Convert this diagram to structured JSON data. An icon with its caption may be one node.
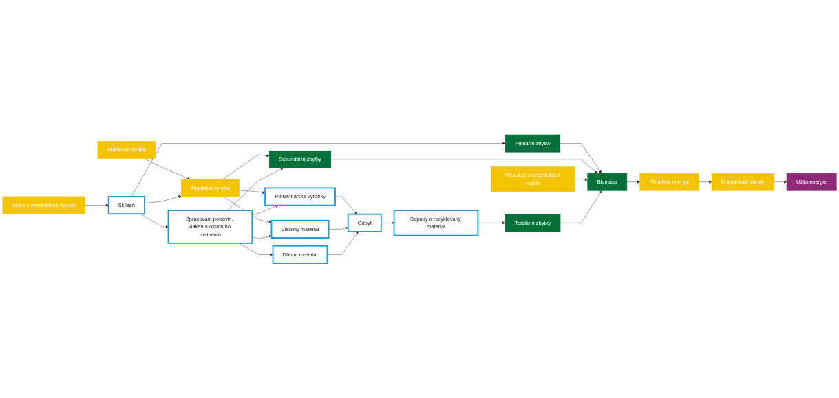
{
  "diagram": {
    "nodes": [
      {
        "text": [
          "Rostlinná výroba"
        ]
      },
      {
        "text": [
          "Živočišná výroba"
        ]
      },
      {
        "text": [
          "Potravinářské výrobky"
        ]
      },
      {
        "text": [
          "Lesní a zemědělská výroba"
        ]
      },
      {
        "text": [
          "Sklizeň"
        ]
      },
      {
        "text": [
          "Zpracování potravin, vláken a ostatního materiálu"
        ]
      },
      {
        "text": [
          "Vláknitý materiál"
        ]
      },
      {
        "text": [
          "Odbyt"
        ]
      },
      {
        "text": [
          "Odpady a recyklovaný materiál"
        ]
      },
      {
        "text": [
          "Dřevní materiál"
        ]
      },
      {
        "text": [
          "Primární zbytky"
        ]
      },
      {
        "text": [
          "Sekundární zbytky"
        ]
      },
      {
        "text": [
          "Terciární zbytky"
        ]
      },
      {
        "text": [
          "Produkce energetických rostlin"
        ]
      },
      {
        "text": [
          "Biomasa"
        ]
      },
      {
        "text": [
          "Přeměna energie"
        ]
      },
      {
        "text": [
          "Energetické zdroje"
        ]
      },
      {
        "text": [
          "Užitá energie"
        ]
      }
    ],
    "edges": [
      {
        "from": 0,
        "to": 1,
        "arrow": "to"
      },
      {
        "from": 1,
        "to": 2,
        "arrow": "to"
      },
      {
        "from": 4,
        "to": 1,
        "arrow": "to"
      },
      {
        "from": 5,
        "to": 2,
        "arrow": "to"
      },
      {
        "from": 1,
        "to": 6,
        "arrow": "to"
      },
      {
        "from": 1,
        "to": 11,
        "arrow": "to"
      },
      {
        "from": 3,
        "to": 4,
        "arrow": "to"
      },
      {
        "from": 4,
        "to": 5,
        "arrow": "to"
      },
      {
        "from": 4,
        "to": 10,
        "arrow": "to"
      },
      {
        "from": 5,
        "to": 6,
        "arrow": "to"
      },
      {
        "from": 5,
        "to": 11,
        "arrow": "to"
      },
      {
        "from": 5,
        "to": 9,
        "arrow": "to"
      },
      {
        "from": 2,
        "to": 7,
        "arrow": "to"
      },
      {
        "from": 6,
        "to": 7,
        "arrow": "to"
      },
      {
        "from": 9,
        "to": 7,
        "arrow": "to"
      },
      {
        "from": 7,
        "to": 8,
        "arrow": "to"
      },
      {
        "from": 8,
        "to": 12,
        "arrow": "to"
      },
      {
        "from": 10,
        "to": 14,
        "arrow": "to"
      },
      {
        "from": 11,
        "to": 14,
        "arrow": "to"
      },
      {
        "from": 13,
        "to": 14,
        "arrow": "to"
      },
      {
        "from": 12,
        "to": 14,
        "arrow": "to"
      },
      {
        "from": 14,
        "to": 15,
        "arrow": "to"
      },
      {
        "from": 15,
        "to": 16,
        "arrow": "to"
      },
      {
        "from": 16,
        "to": 17,
        "arrow": "to"
      }
    ]
  }
}
